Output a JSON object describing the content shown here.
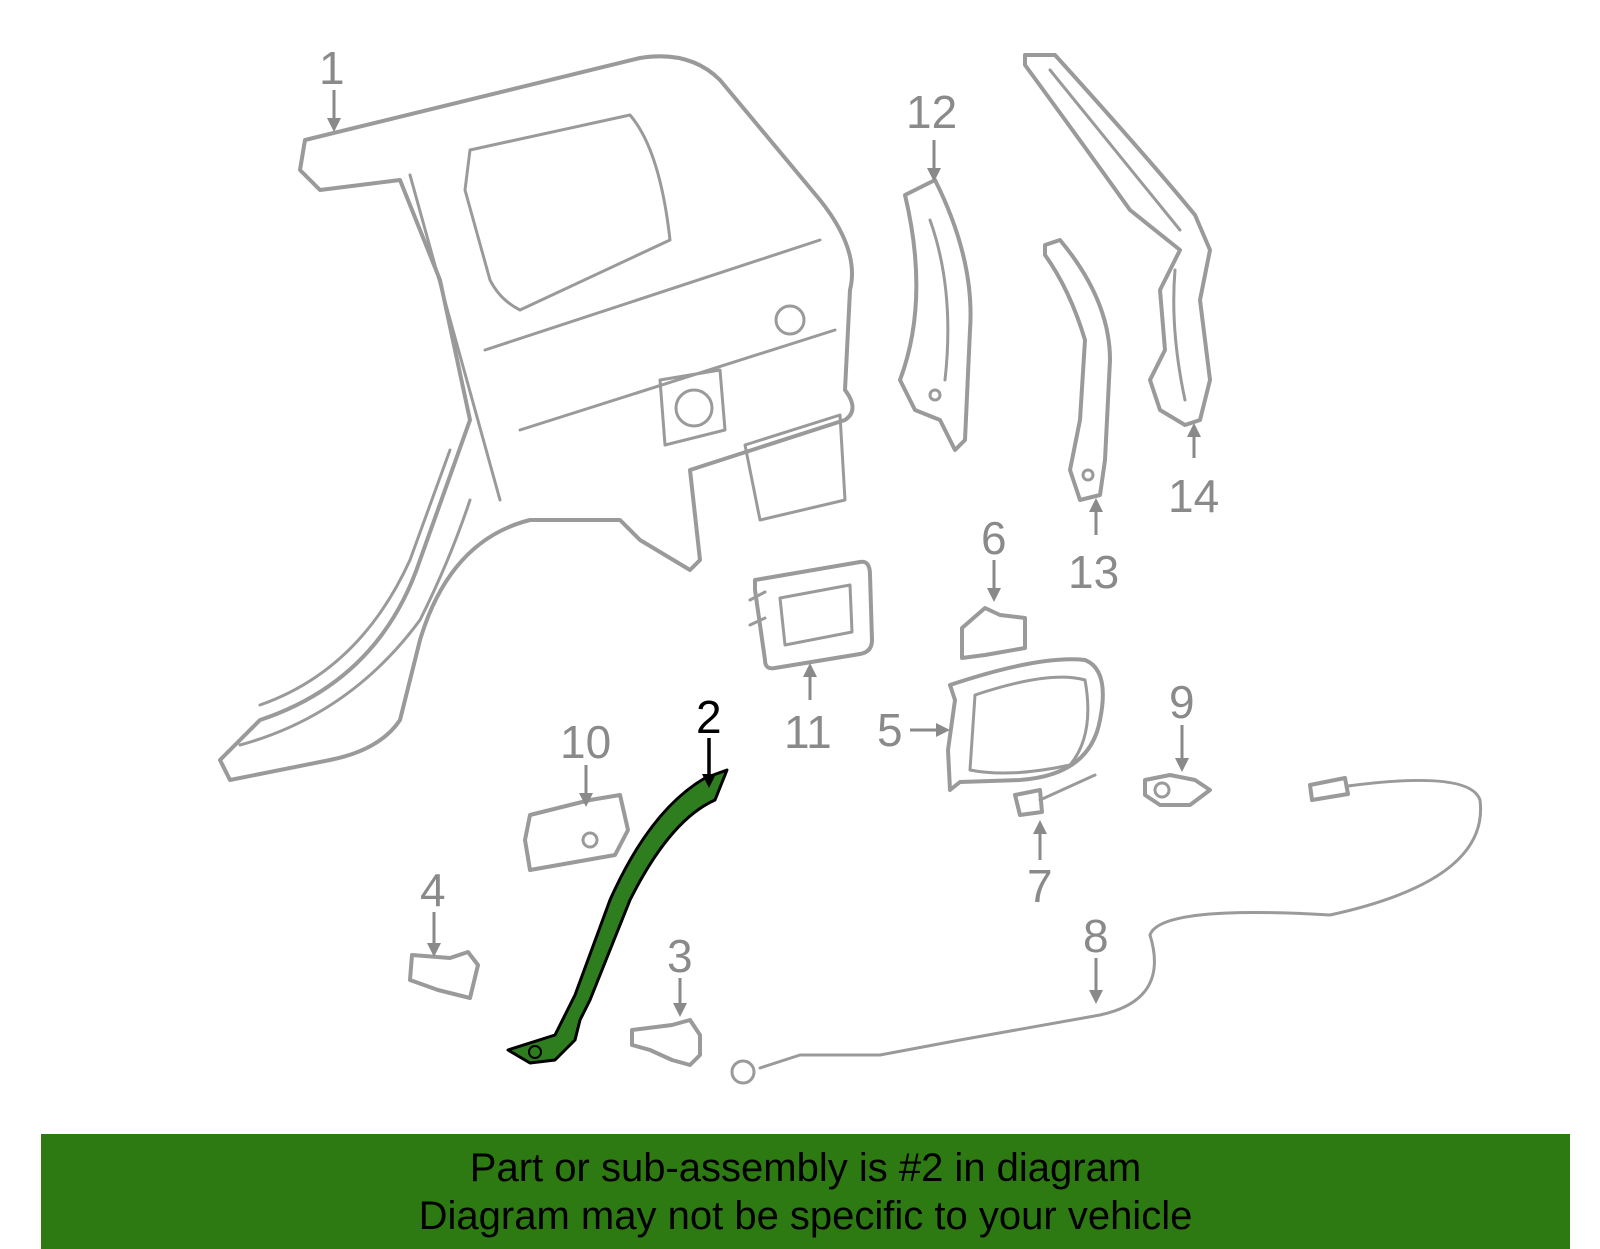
{
  "diagram": {
    "highlight_color": "#2e7d1e",
    "callouts": [
      {
        "id": "1",
        "label": "1"
      },
      {
        "id": "2",
        "label": "2",
        "highlighted": true
      },
      {
        "id": "3",
        "label": "3"
      },
      {
        "id": "4",
        "label": "4"
      },
      {
        "id": "5",
        "label": "5"
      },
      {
        "id": "6",
        "label": "6"
      },
      {
        "id": "7",
        "label": "7"
      },
      {
        "id": "8",
        "label": "8"
      },
      {
        "id": "9",
        "label": "9"
      },
      {
        "id": "10",
        "label": "10"
      },
      {
        "id": "11",
        "label": "11"
      },
      {
        "id": "12",
        "label": "12"
      },
      {
        "id": "13",
        "label": "13"
      },
      {
        "id": "14",
        "label": "14"
      }
    ]
  },
  "banner": {
    "background": "#2e7a12",
    "line1": "Part or sub-assembly is #2 in diagram",
    "line2": "Diagram may not be specific to your vehicle"
  }
}
